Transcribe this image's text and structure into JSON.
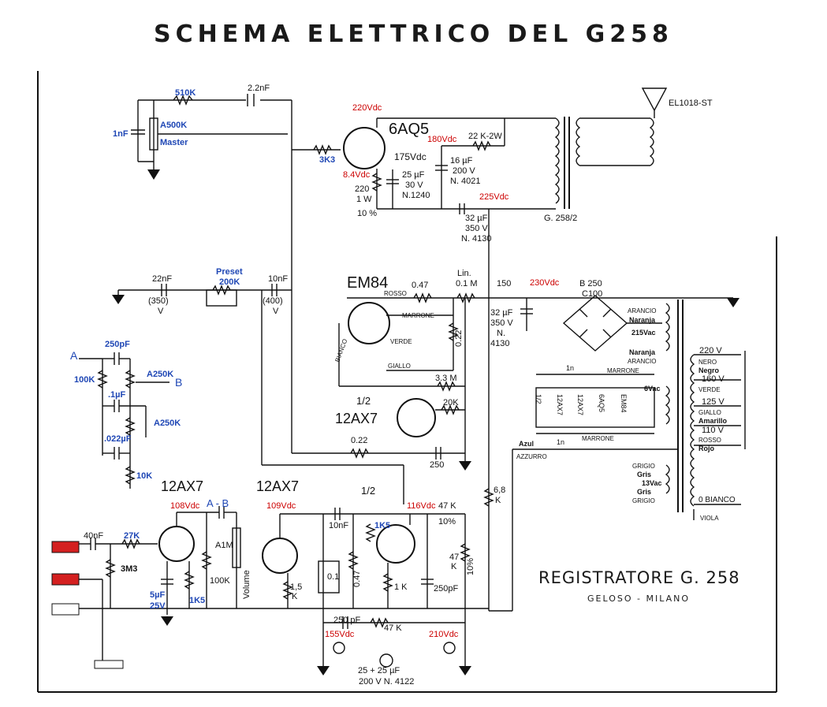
{
  "title": "SCHEMA ELETTRICO DEL G258",
  "tubes": {
    "output": "6AQ5",
    "indicator": "EM84",
    "preamp_half": "12AX7",
    "preamp_half_fraction": "1/2",
    "preamp_left": "12AX7",
    "preamp_right": "12AX7",
    "preamp_right_fraction": "1/2"
  },
  "voltages": {
    "v220": "220Vdc",
    "v180": "180Vdc",
    "v175": "175Vdc",
    "v8_4": "8.4Vdc",
    "v225": "225Vdc",
    "v230": "230Vdc",
    "v108": "108Vdc",
    "v109": "109Vdc",
    "v116": "116Vdc",
    "v155": "155Vdc",
    "v210": "210Vdc"
  },
  "blue_labels": {
    "r510k": "510K",
    "c1nf": "1nF",
    "pot_master_value": "A500K",
    "pot_master_name": "Master",
    "r3k3": "3K3",
    "preset": "Preset",
    "preset_value": "200K",
    "r100k": "100K",
    "pot_a250k_b": "A250K",
    "c_1uf": ".1µF",
    "pot_a250k": "A250K",
    "c_022": ".022µF",
    "r10k": "10K",
    "c250pf": "250pF",
    "r27k": "27K",
    "r1k5": "1K5",
    "c5uf": "5µF",
    "c5uf_v": "25V",
    "r1k5_b": "1K5",
    "label_a": "A",
    "label_b": "B",
    "a_b": "A - B"
  },
  "black_labels": {
    "c2n2": "2.2nF",
    "c22nf": "22nF",
    "c350": "(350)",
    "c350_v": "V",
    "c10nf": "10nF",
    "c400": "(400)",
    "c400_v": "V",
    "c40nf": "40nF",
    "r3m3": "3M3",
    "r100k": "100K",
    "a1m": "A1M",
    "volume": "Volume",
    "c10nf_b": "10nF",
    "r1_5k": "1,5",
    "r1_5k_unit": "K",
    "c0_1": "0.1",
    "r0_47": "0.47",
    "c250pf_b": "250 pF",
    "r1k": "1 K",
    "c250pf_c": "250pF",
    "r47k_top": "47 K",
    "pct10_top": "10%",
    "r47k_side": "47",
    "r47k_side_unit": "K",
    "pct10_side": "10%",
    "r47k_bottom": "47 K",
    "r6_8k": "6,8",
    "r6_8k_unit": "K",
    "r0_22": "0.22",
    "c250": "250",
    "r3_3m": "3.3 M",
    "r20k": "20K",
    "r0_22v": "0.22",
    "rosso": "ROSSO",
    "marrone": "MARRONE",
    "verde": "VERDE",
    "giallo": "GIALLO",
    "bianco": "BIANCO",
    "r0_47b": "0.47",
    "lin": "Lin.",
    "lin_val": "0.1 M",
    "r150": "150",
    "c32uf": "32 µF",
    "c32uf_v": "350 V",
    "c32uf_n": "N.",
    "c32uf_num": "4130",
    "b250": "B 250",
    "c100": "C100",
    "r220": "220",
    "r220_w": "1 W",
    "pct10": "10 %",
    "c25uf": "25 µF",
    "c25uf_v": "30 V",
    "c25uf_n": "N.1240",
    "c16uf": "16 µF",
    "c16uf_v": "200 V",
    "c16uf_n": "N. 4021",
    "r22k": "22 K-2W",
    "c32uf_b": "32 µF",
    "c32uf_b_v": "350 V",
    "c32uf_b_n": "N. 4130",
    "transformer_out": "G. 258/2",
    "speaker": "EL1018-ST",
    "c25x2": "25 + 25 µF",
    "c25x2_v": "200 V  N. 4122"
  },
  "power_transformer": {
    "arancio_top": "ARANCIO",
    "naranja_top": "Naranja",
    "vac215": "215Vac",
    "naranja_bot": "Naranja",
    "arancio_bot": "ARANCIO",
    "marrone": "MARRONE",
    "marrone_b": "MARRONE",
    "vac6": "6Vac",
    "tube_1": "12AX7",
    "tube_2": "6AQ5",
    "tube_3": "EM84",
    "tube_4": "12AX7",
    "fraction": "1/2",
    "lamp_left": "1n",
    "lamp_right": "1n",
    "azul": "Azul",
    "azzurro": "AZZURRO",
    "grigio_top": "GRIGIO",
    "gris_top": "Gris",
    "vac13": "13Vac",
    "gris_bot": "Gris",
    "grigio_bot": "GRIGIO",
    "v220": "220 V",
    "nero": "NERO",
    "negro": "Negro",
    "v160": "160 V",
    "verde": "VERDE",
    "v125": "125 V",
    "giallo": "GIALLO",
    "amarillo": "Amarillo",
    "v110": "110 V",
    "rosso": "ROSSO",
    "rojo": "Rojo",
    "bianco": "0  BIANCO",
    "viola": "VIOLA"
  },
  "footer": {
    "model": "REGISTRATORE  G. 258",
    "maker": "GELOSO  - MILANO"
  },
  "colors": {
    "voltage": "#cc0000",
    "annotation": "#1f47b5",
    "jack": "#d42020",
    "ink": "#111111"
  }
}
